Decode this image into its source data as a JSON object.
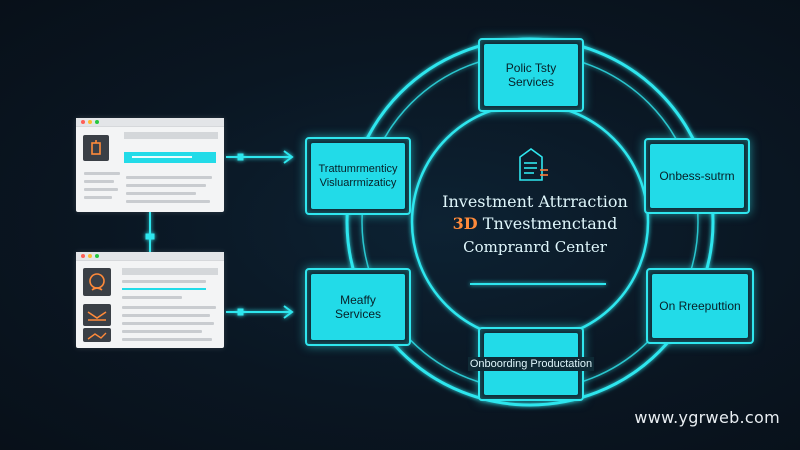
{
  "hub": {
    "line1": "Investment Attrraction",
    "line2_prefix": "3D",
    "line2_rest": " Tnvestmenctand",
    "line3": "Compranrd Center"
  },
  "nodes": {
    "top": "Polic Tsty\nServices",
    "right_upper": "Onbess-sutrm",
    "right_lower": "On Rreeputtion",
    "bottom": "Onboording Productation",
    "left_upper": "Trattumrmenticy\nVisluarrmizaticy",
    "left_lower": "Meaffy\nServices"
  },
  "watermark": "www.ygrweb.com",
  "colors": {
    "accent": "#2fe6ee",
    "node_fill": "#22dbe8",
    "background": "#0a1622"
  }
}
